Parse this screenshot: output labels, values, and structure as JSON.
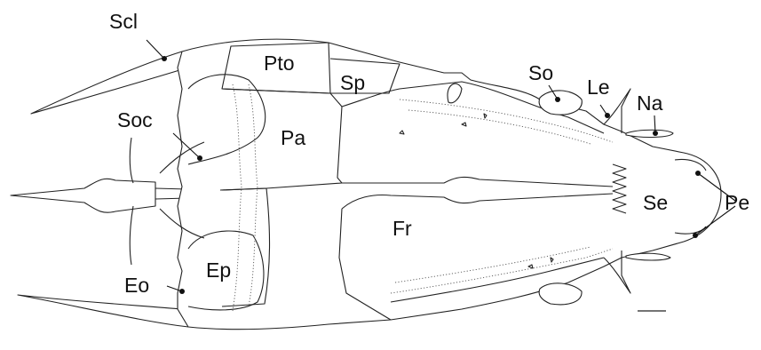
{
  "labels": {
    "scl": "Scl",
    "pto": "Pto",
    "sp": "Sp",
    "so": "So",
    "le": "Le",
    "na": "Na",
    "soc": "Soc",
    "pa": "Pa",
    "se": "Se",
    "pe": "Pe",
    "fr": "Fr",
    "eo": "Eo",
    "ep": "Ep"
  }
}
